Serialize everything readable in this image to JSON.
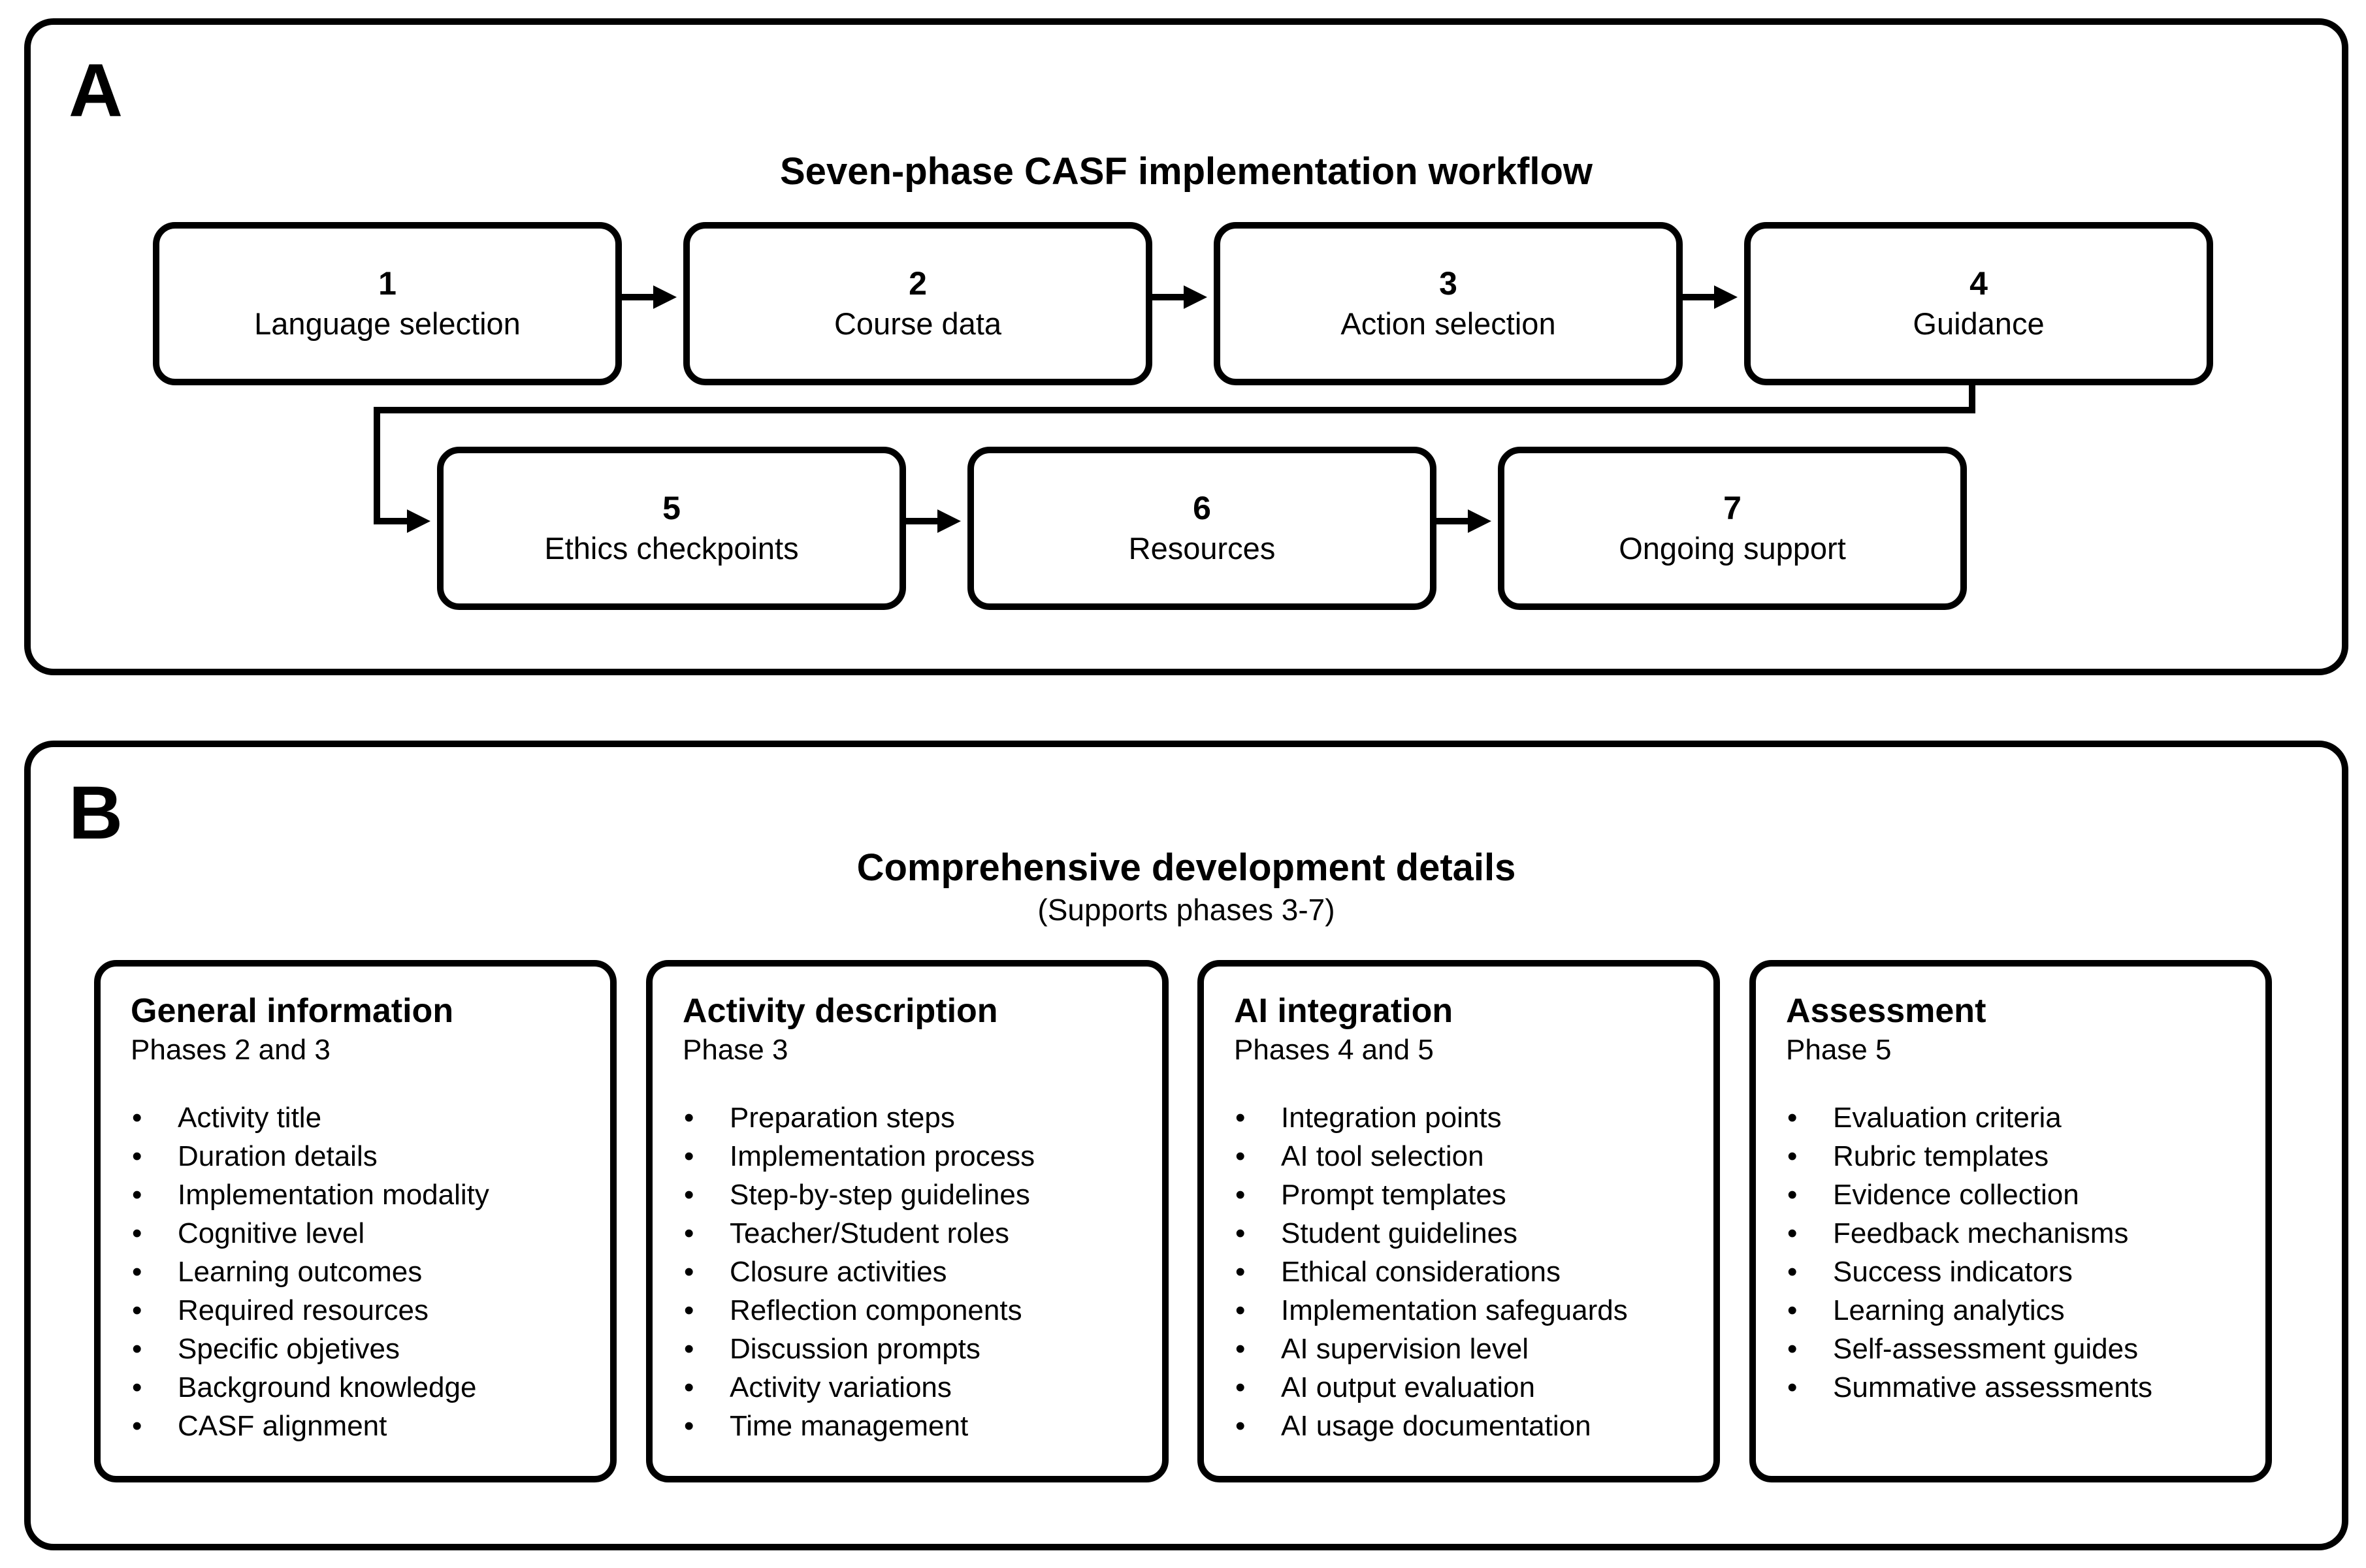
{
  "colors": {
    "ink": "#000000",
    "background": "#ffffff"
  },
  "panel_a": {
    "label": "A",
    "title": "Seven-phase CASF implementation workflow",
    "phases": [
      {
        "number": "1",
        "label": "Language selection"
      },
      {
        "number": "2",
        "label": "Course data"
      },
      {
        "number": "3",
        "label": "Action selection"
      },
      {
        "number": "4",
        "label": "Guidance"
      },
      {
        "number": "5",
        "label": "Ethics checkpoints"
      },
      {
        "number": "6",
        "label": "Resources"
      },
      {
        "number": "7",
        "label": "Ongoing support"
      }
    ]
  },
  "panel_b": {
    "label": "B",
    "title": "Comprehensive development details",
    "subtitle": "(Supports phases 3-7)",
    "cards": [
      {
        "title": "General information",
        "phase": "Phases 2 and 3",
        "items": [
          "Activity title",
          "Duration details",
          "Implementation modality",
          "Cognitive level",
          "Learning outcomes",
          "Required resources",
          "Specific objetives",
          "Background knowledge",
          "CASF alignment"
        ]
      },
      {
        "title": "Activity description",
        "phase": "Phase 3",
        "items": [
          "Preparation steps",
          "Implementation process",
          "Step-by-step guidelines",
          "Teacher/Student roles",
          "Closure activities",
          "Reflection components",
          "Discussion prompts",
          "Activity variations",
          "Time management"
        ]
      },
      {
        "title": "AI integration",
        "phase": "Phases 4 and 5",
        "items": [
          "Integration points",
          "AI tool selection",
          "Prompt templates",
          "Student guidelines",
          "Ethical considerations",
          "Implementation safeguards",
          "AI supervision level",
          "AI output evaluation",
          "AI usage documentation"
        ]
      },
      {
        "title": "Assessment",
        "phase": "Phase 5",
        "items": [
          "Evaluation criteria",
          "Rubric templates",
          "Evidence collection",
          "Feedback mechanisms",
          "Success indicators",
          "Learning analytics",
          "Self-assessment guides",
          "Summative assessments"
        ]
      }
    ]
  }
}
